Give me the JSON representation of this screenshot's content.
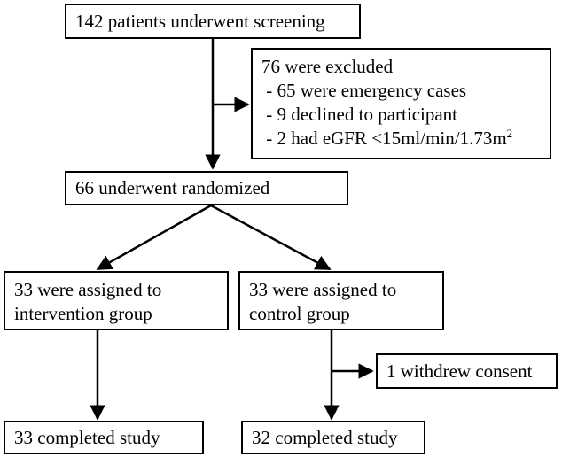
{
  "screening": "142 patients underwent screening",
  "excluded": {
    "title": "76 were excluded",
    "reasons": [
      " - 65 were emergency cases",
      " - 9 declined to participant",
      " - 2 had eGFR <15ml/min/1.73m"
    ],
    "superscript": "2"
  },
  "randomized": "66 underwent randomized",
  "intervention": {
    "line1": "33 were assigned to",
    "line2": "intervention group"
  },
  "control": {
    "line1": "33 were assigned to",
    "line2": "control group"
  },
  "withdrew": "1 withdrew consent",
  "completed_intervention": "33 completed study",
  "completed_control": "32 completed study"
}
